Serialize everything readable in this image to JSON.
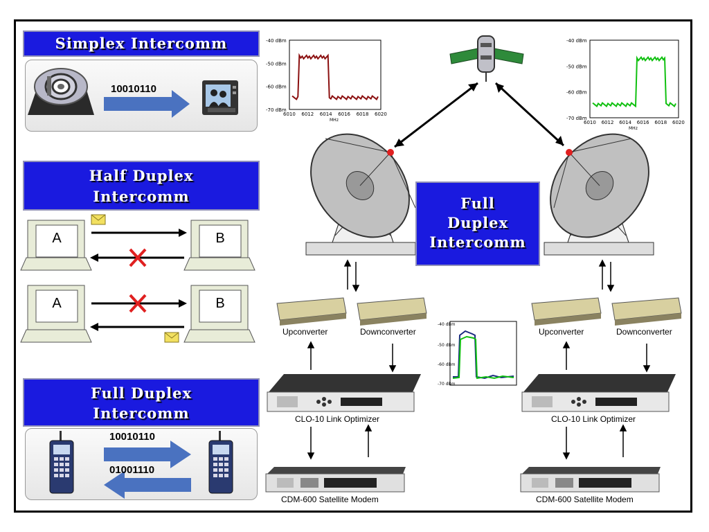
{
  "simplex": {
    "title": "Simplex Intercomm",
    "bits": "10010110"
  },
  "half_duplex": {
    "title_line1": "Half Duplex",
    "title_line2": "Intercomm",
    "node_a": "A",
    "node_b": "B"
  },
  "full_duplex_left": {
    "title_line1": "Full Duplex",
    "title_line2": "Intercomm",
    "bits_up": "10010110",
    "bits_down": "01001110"
  },
  "full_duplex_center": {
    "line1": "Full",
    "line2": "Duplex",
    "line3": "Intercomm"
  },
  "equipment": {
    "upconverter": "Upconverter",
    "downconverter": "Downconverter",
    "optimizer": "CLO-10 Link Optimizer",
    "modem": "CDM-600 Satellite Modem"
  },
  "spectrum_left": {
    "y_ticks": [
      "-40 dBm",
      "-50 dBm",
      "-60 dBm",
      "-70 dBm"
    ],
    "x_ticks": [
      "6010",
      "6012",
      "6014",
      "6016",
      "6018",
      "6020"
    ],
    "unit": "MHz",
    "color": "#8b1010"
  },
  "spectrum_right": {
    "y_ticks": [
      "-40 dBm",
      "-50 dBm",
      "-60 dBm",
      "-70 dBm"
    ],
    "x_ticks": [
      "6010",
      "6012",
      "6014",
      "6016",
      "6018",
      "6020"
    ],
    "unit": "MHz",
    "color": "#10c010"
  },
  "colors": {
    "banner": "#1a1adf",
    "arrow_blue": "#4a72c0",
    "red_x": "#e02020",
    "envelope": "#f2e060"
  }
}
